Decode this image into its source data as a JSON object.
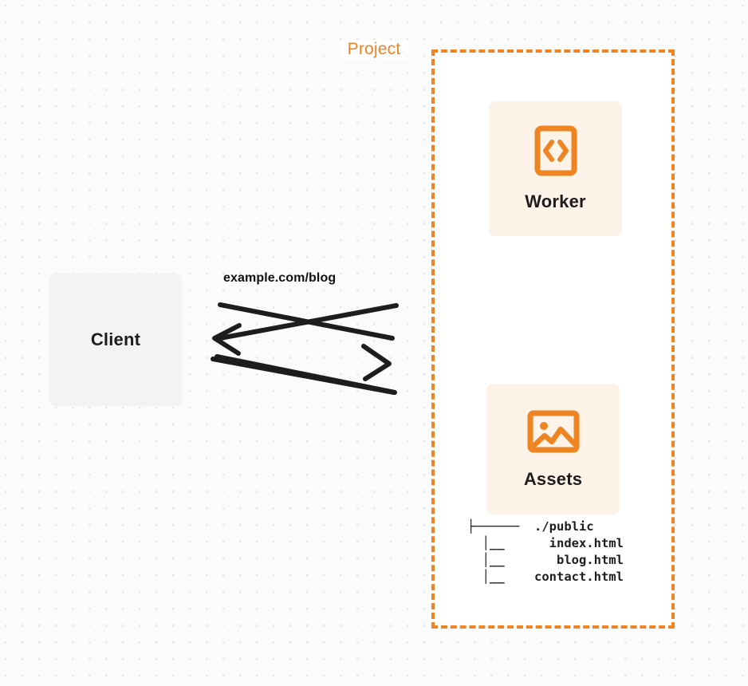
{
  "diagram": {
    "title": "Project request flow diagram",
    "colors": {
      "accent_orange": "#ef8423",
      "card_fill": "#fdf3e9",
      "client_fill": "#f2f3f4",
      "text_dark": "#1d1d1d",
      "background": "#fbfbfb",
      "dot_grid": "#e6e6e6"
    }
  },
  "client": {
    "label": "Client"
  },
  "connection": {
    "request_label": "example.com/blog",
    "outbound_arrow": "arrow-right",
    "inbound_arrow": "arrow-left"
  },
  "project": {
    "title": "Project",
    "nodes": [
      {
        "label": "Worker",
        "icon": "code-document-icon"
      },
      {
        "label": "Assets",
        "icon": "image-picture-icon"
      }
    ]
  },
  "file_tree": {
    "lines": [
      {
        "branch": "├──────",
        "name": "./public"
      },
      {
        "branch": "  │__",
        "name": "   index.html"
      },
      {
        "branch": "  │__",
        "name": "    blog.html"
      },
      {
        "branch": "  │__",
        "name": " contact.html"
      }
    ],
    "text": "├──────  ./public\n  │__      index.html\n  │__       blog.html\n  │__    contact.html"
  }
}
